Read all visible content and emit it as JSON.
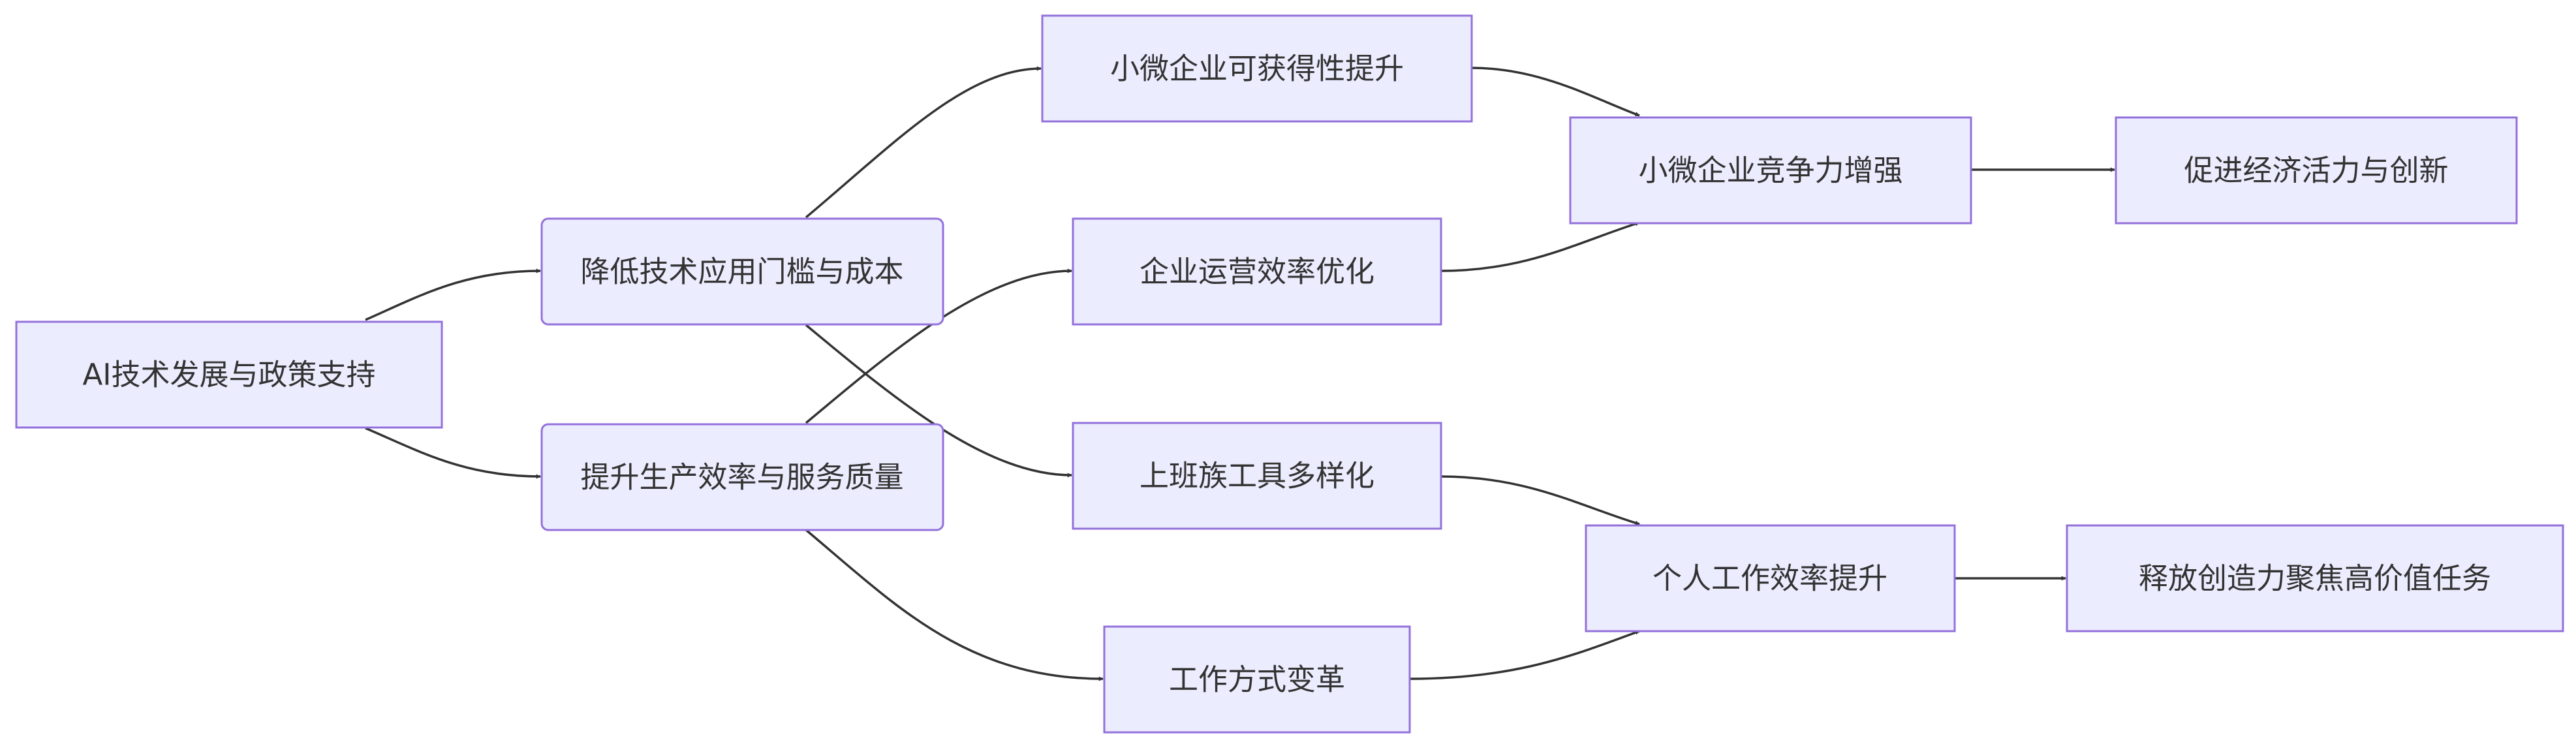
{
  "diagram": {
    "nodes": [
      {
        "id": "ai_policy",
        "label": "AI技术发展与政策支持"
      },
      {
        "id": "lower_cost",
        "label": "降低技术应用门槛与成本"
      },
      {
        "id": "improve_eff",
        "label": "提升生产效率与服务质量"
      },
      {
        "id": "sme_access",
        "label": "小微企业可获得性提升"
      },
      {
        "id": "ops_opt",
        "label": "企业运营效率优化"
      },
      {
        "id": "tools_div",
        "label": "上班族工具多样化"
      },
      {
        "id": "work_change",
        "label": "工作方式变革"
      },
      {
        "id": "sme_compete",
        "label": "小微企业竞争力增强"
      },
      {
        "id": "personal_eff",
        "label": "个人工作效率提升"
      },
      {
        "id": "economy",
        "label": "促进经济活力与创新"
      },
      {
        "id": "creativity",
        "label": "释放创造力聚焦高价值任务"
      }
    ],
    "edges": [
      {
        "from": "ai_policy",
        "to": "lower_cost"
      },
      {
        "from": "ai_policy",
        "to": "improve_eff"
      },
      {
        "from": "lower_cost",
        "to": "sme_access"
      },
      {
        "from": "lower_cost",
        "to": "tools_div"
      },
      {
        "from": "improve_eff",
        "to": "ops_opt"
      },
      {
        "from": "improve_eff",
        "to": "work_change"
      },
      {
        "from": "sme_access",
        "to": "sme_compete"
      },
      {
        "from": "ops_opt",
        "to": "sme_compete"
      },
      {
        "from": "tools_div",
        "to": "personal_eff"
      },
      {
        "from": "work_change",
        "to": "personal_eff"
      },
      {
        "from": "sme_compete",
        "to": "economy"
      },
      {
        "from": "personal_eff",
        "to": "creativity"
      }
    ]
  }
}
